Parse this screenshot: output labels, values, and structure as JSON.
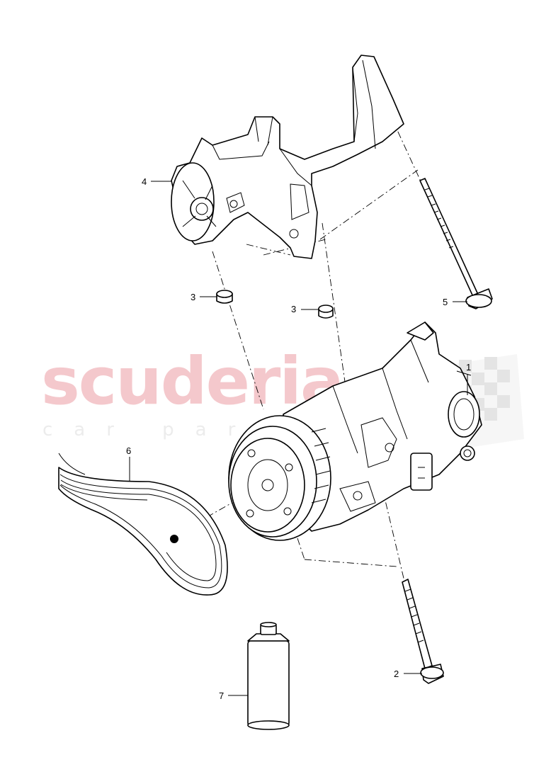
{
  "watermark": {
    "brand": "scuderia",
    "sub": "car  parts",
    "flag_colors": [
      "#d8d8d8",
      "#ffffff"
    ]
  },
  "callouts": [
    {
      "id": "1",
      "label": "1"
    },
    {
      "id": "2",
      "label": "2"
    },
    {
      "id": "3a",
      "label": "3"
    },
    {
      "id": "3b",
      "label": "3"
    },
    {
      "id": "4",
      "label": "4"
    },
    {
      "id": "5",
      "label": "5"
    },
    {
      "id": "6",
      "label": "6"
    },
    {
      "id": "7",
      "label": "7"
    }
  ],
  "colors": {
    "line": "#000000",
    "watermark": "#f4c8cc",
    "background": "#ffffff"
  }
}
